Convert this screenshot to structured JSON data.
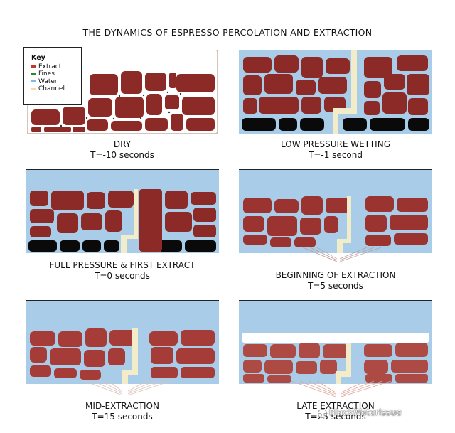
{
  "title": "THE DYNAMICS OF ESPRESSO PERCOLATION AND EXTRACTION",
  "key": {
    "heading": "Key",
    "items": [
      {
        "label": "Extract",
        "color": "#c0392b"
      },
      {
        "label": "Fines",
        "color": "#1e8c3a"
      },
      {
        "label": "Water",
        "color": "#7fb8e0"
      },
      {
        "label": "Channel",
        "color": "#f5d9a8"
      }
    ]
  },
  "panels": [
    {
      "stage": "DRY",
      "time": "T=-10 seconds"
    },
    {
      "stage": "LOW PRESSURE WETTING",
      "time": "T=-1 second"
    },
    {
      "stage": "FULL PRESSURE & FIRST EXTRACT",
      "time": "T=0 seconds"
    },
    {
      "stage": "BEGINNING OF EXTRACTION",
      "time": "T=5 seconds"
    },
    {
      "stage": "MID-EXTRACTION",
      "time": "T=15 seconds"
    },
    {
      "stage": "LATE EXTRACTION",
      "time": "T=25 seconds"
    }
  ],
  "colors": {
    "water": "#a9cde9",
    "particle": "#8b2a27",
    "particle_light": "#b2463f",
    "black": "#0a0a0a",
    "channel": "#f3ecc8",
    "frame": "#222222"
  },
  "watermark": "BlackWaterIssue"
}
